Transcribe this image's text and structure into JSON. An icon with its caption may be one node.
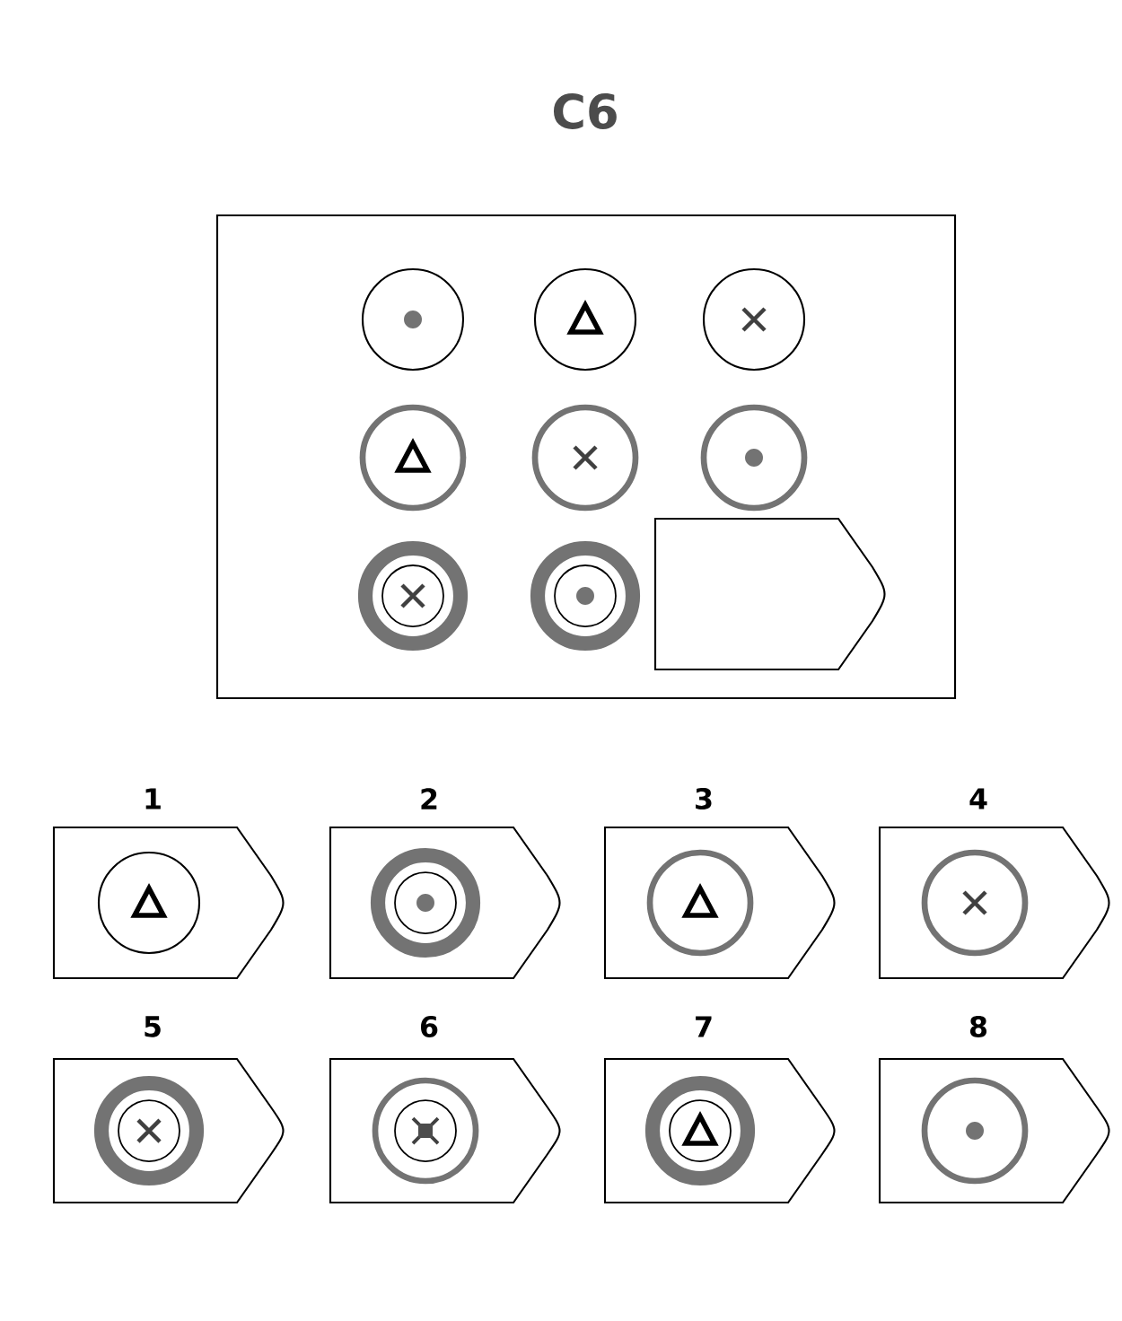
{
  "diagram": {
    "title": "C6",
    "nodes": [
      {
        "text": [
          "1"
        ]
      },
      {
        "text": [
          "2"
        ]
      },
      {
        "text": [
          "3"
        ]
      },
      {
        "text": [
          "4"
        ]
      },
      {
        "text": [
          "5"
        ]
      },
      {
        "text": [
          "6"
        ]
      },
      {
        "text": [
          "7"
        ]
      },
      {
        "text": [
          "8"
        ]
      },
      {
        "text": [],
        "shape": "box"
      }
    ],
    "edges": []
  }
}
